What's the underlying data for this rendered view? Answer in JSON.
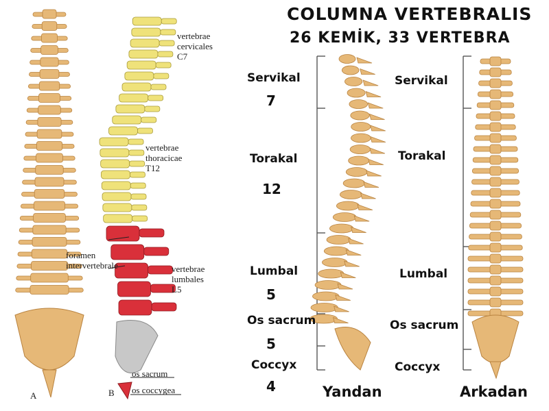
{
  "left": {
    "cervical": {
      "line1": "vertebrae",
      "line2": "cervicales",
      "line3": "C7"
    },
    "thoracic": {
      "line1": "vertebrae",
      "line2": "thoracicae",
      "line3": "T12"
    },
    "foramen": {
      "line1": "foramen",
      "line2": "intervertebrale"
    },
    "lumbar": {
      "line1": "vertebrae",
      "line2": "lumbales",
      "line3": "L5"
    },
    "sacrum": "os sacrum",
    "coccyx": "os coccygea",
    "fig_a": "A",
    "fig_b": "B"
  },
  "right": {
    "title": "COLUMNA VERTEBRALIS",
    "subtitle": "26 KEMİK, 33 VERTEBRA",
    "side_labels": {
      "servikal": "Servikal",
      "servikal_count": "7",
      "torakal": "Torakal",
      "torakal_count": "12",
      "lumbal": "Lumbal",
      "lumbal_count": "5",
      "sacrum": "Os sacrum",
      "sacrum_count": "5",
      "coccyx": "Coccyx",
      "coccyx_count": "4"
    },
    "back_labels": {
      "servikal": "Servikal",
      "torakal": "Torakal",
      "lumbal": "Lumbal",
      "sacrum": "Os sacrum",
      "coccyx": "Coccyx"
    },
    "view_side": "Yandan",
    "view_back": "Arkadan"
  },
  "colors": {
    "bone": "#e6b877",
    "bone_dark": "#b8823f",
    "cervical_yellow": "#efe27a",
    "lumbar_red": "#d9303a",
    "sacrum_grey": "#c8c8c8"
  }
}
